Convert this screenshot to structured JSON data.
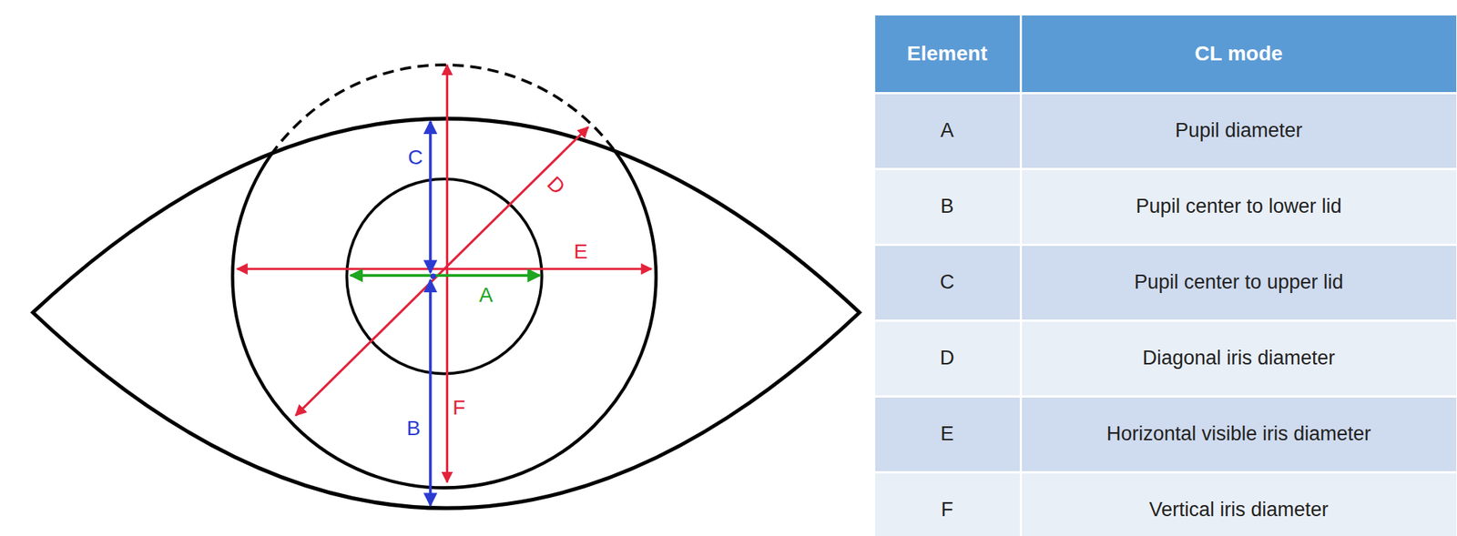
{
  "diagram": {
    "labels": [
      "C",
      "D",
      "E",
      "A",
      "B",
      "F",
      "Element",
      "CL mode",
      "A",
      "Pupil diameter",
      "B",
      "Pupil center to lower lid",
      "C",
      "Pupil center to upper lid",
      "D",
      "Diagonal iris diameter",
      "E",
      "Horizontal visible iris diameter",
      "F",
      "Vertical iris diameter"
    ]
  }
}
